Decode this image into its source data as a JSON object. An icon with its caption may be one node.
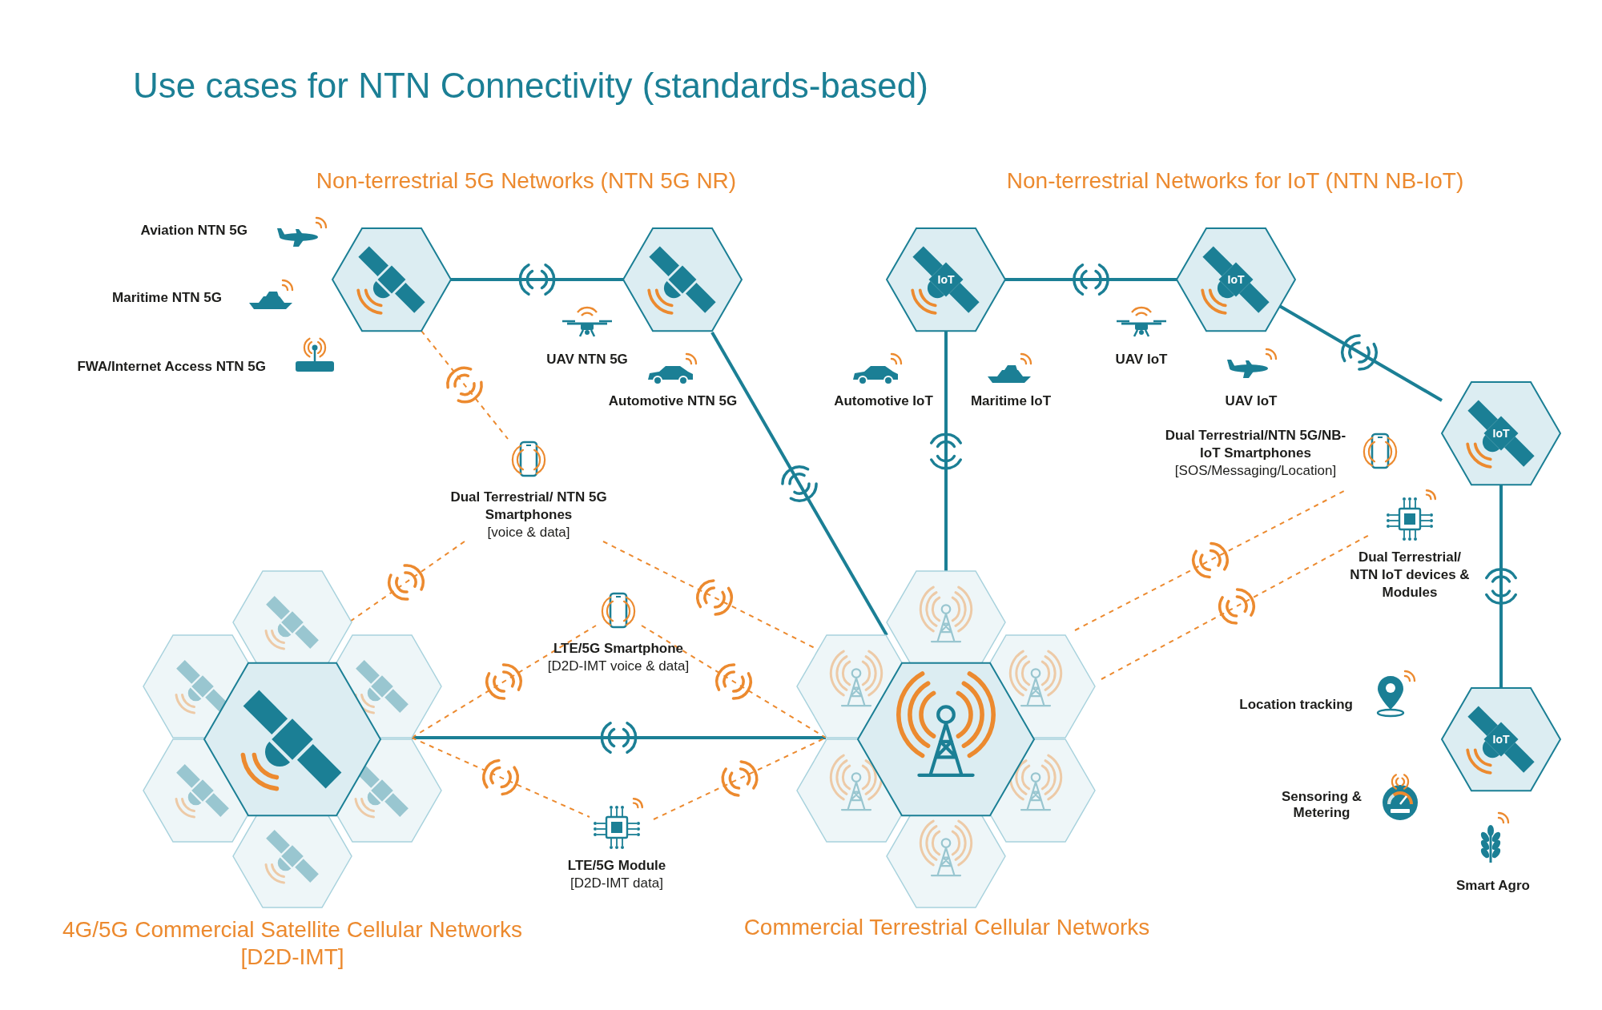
{
  "diagram": {
    "title": "Use cases for NTN Connectivity (standards-based)",
    "nodes": [
      {
        "text": [],
        "shape": "hexagon"
      },
      {
        "text": [],
        "shape": "hexagon"
      },
      {
        "text": [
          "IoT"
        ]
      },
      {
        "text": [
          "IoT"
        ]
      },
      {
        "text": [
          "IoT"
        ]
      },
      {
        "text": [
          "IoT"
        ]
      },
      {
        "text": [],
        "shape": "hexagon",
        "beside": [
          "4G/5G Commercial Satellite Cellular Networks [D2D-IMT]"
        ]
      },
      {
        "text": [],
        "shape": "hexagon",
        "beside": [
          "Commercial Terrestrial Cellular Networks"
        ]
      },
      {
        "text": [
          "Dual Terrestrial/ NTN 5G Smartphones",
          "[voice & data]"
        ]
      },
      {
        "text": [
          "LTE/5G Smartphone",
          "[D2D-IMT voice & data]"
        ]
      },
      {
        "text": [
          "LTE/5G Module",
          "[D2D-IMT data]"
        ]
      },
      {
        "text": [
          "Dual Terrestrial/NTN 5G/NB-IoT Smartphones",
          "[SOS/Messaging/Location]"
        ]
      },
      {
        "text": [
          "Dual Terrestrial/ NTN IoT devices & Modules"
        ]
      }
    ],
    "edges": [
      {
        "from": 0,
        "to": 1,
        "arrow": "none",
        "color": "#1b7f95"
      },
      {
        "from": 1,
        "to": 7,
        "arrow": "none",
        "color": "#1b7f95"
      },
      {
        "from": 2,
        "to": 7,
        "arrow": "none",
        "color": "#1b7f95"
      },
      {
        "from": 2,
        "to": 3,
        "arrow": "none",
        "color": "#1b7f95"
      },
      {
        "from": 3,
        "to": 4,
        "arrow": "none",
        "color": "#1b7f95"
      },
      {
        "from": 4,
        "to": 5,
        "arrow": "none",
        "color": "#1b7f95"
      },
      {
        "from": 6,
        "to": 7,
        "arrow": "none",
        "color": "#1b7f95"
      },
      {
        "from": 0,
        "to": 8,
        "arrow": "none",
        "style": "dashed"
      },
      {
        "from": 8,
        "to": 6,
        "arrow": "none",
        "style": "dashed"
      },
      {
        "from": 8,
        "to": 7,
        "arrow": "none",
        "style": "dashed"
      },
      {
        "from": 6,
        "to": 9,
        "arrow": "none",
        "style": "dashed"
      },
      {
        "from": 9,
        "to": 7,
        "arrow": "none",
        "style": "dashed"
      },
      {
        "from": 6,
        "to": 10,
        "arrow": "none",
        "style": "dashed"
      },
      {
        "from": 10,
        "to": 7,
        "arrow": "none",
        "style": "dashed"
      },
      {
        "from": 7,
        "to": 11,
        "arrow": "none",
        "style": "dashed"
      },
      {
        "from": 7,
        "to": 12,
        "arrow": "none",
        "style": "dashed"
      }
    ],
    "labels": [
      "Non-terrestrial 5G Networks (NTN 5G NR)",
      "Non-terrestrial Networks for IoT (NTN NB-IoT)",
      "Aviation NTN 5G",
      "Maritime NTN 5G",
      "FWA/Internet Access NTN 5G",
      "UAV NTN 5G",
      "UAV IoT",
      "Automotive NTN 5G",
      "Automotive IoT",
      "Maritime IoT",
      "UAV IoT",
      "Location tracking",
      "Sensoring & Metering",
      "Smart Agro"
    ]
  }
}
